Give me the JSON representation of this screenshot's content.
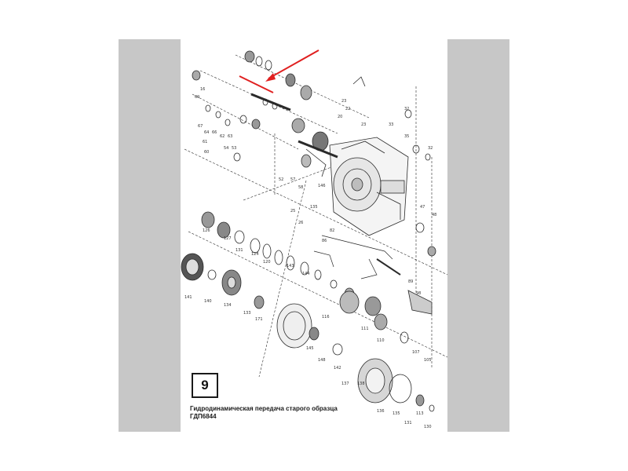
{
  "figure": {
    "number": "9",
    "caption_line1": "Гидродинамическая передача старого образца",
    "caption_line2": "ГДП6844"
  },
  "annotation": {
    "arrow_color": "#e02020"
  }
}
